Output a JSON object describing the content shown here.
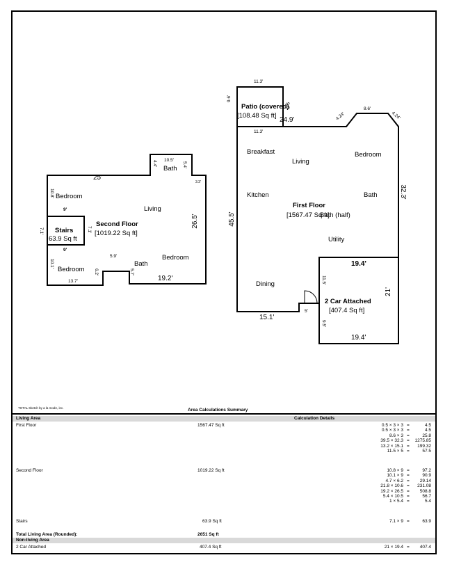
{
  "plan": {
    "second_floor": {
      "title": "Second Floor",
      "area": "[1019.22 Sq ft]",
      "rooms": {
        "bedroom_1": "Bedroom",
        "living": "Living",
        "bath_top": "Bath",
        "bedroom_2": "Bedroom",
        "bath_bottom": "Bath",
        "bedroom_3": "Bedroom"
      },
      "dims": {
        "top": "25'",
        "bath_width": "10.5'",
        "bath_left": "4.4'",
        "bath_right": "5.4'",
        "right_step": "3.3'",
        "right": "26.5'",
        "bottom_right": "19.2'",
        "notch_top": "5.9'",
        "notch_left": "6.2'",
        "notch_right": "5.7'",
        "bottom_left": "13.7'",
        "left_upper": "10.8'",
        "left_lower": "10.1'",
        "stairs_left": "7.1'",
        "stairs_top": "9'",
        "stairs_bottom": "9'",
        "stairs_right": "7.1'"
      },
      "stairs": {
        "title": "Stairs",
        "area": "63.9 Sq ft"
      }
    },
    "first_floor": {
      "title": "First Floor",
      "area": "[1567.47 Sq ft]",
      "rooms": {
        "breakfast": "Breakfast",
        "living": "Living",
        "bedroom": "Bedroom",
        "kitchen": "Kitchen",
        "bath": "Bath",
        "bath_half": "Bath (half)",
        "utility": "Utility",
        "dining": "Dining"
      },
      "dims": {
        "left": "45.5'",
        "right": "32.3'",
        "top_main": "24.9'",
        "angle_left": "4.24'",
        "angle_top": "8.6'",
        "angle_right": "4.24'",
        "bottom": "15.1'",
        "step": "5'"
      },
      "patio": {
        "title": "Patio (covered)",
        "area": "[108.48 Sq ft]",
        "top": "11.3'",
        "bottom": "11.3'",
        "left": "9.6'",
        "right": "9.6'"
      },
      "garage": {
        "title": "2 Car Attached",
        "area": "[407.4 Sq ft]",
        "top": "19.4'",
        "bottom": "19.4'",
        "right": "21'",
        "left_upper": "11.5'",
        "left_lower": "9.5'"
      }
    }
  },
  "footer_credit": "TOTAL Sketch by a la mode, inc.",
  "summary": {
    "title": "Area Calculations Summary",
    "living_header": "Living Area",
    "calc_header": "Calculation Details",
    "rows": [
      {
        "name": "First Floor",
        "area": "1567.47 Sq ft",
        "calcs": [
          [
            "0.5 × 3 × 3",
            "=",
            "4.5"
          ],
          [
            "0.5 × 3 × 3",
            "=",
            "4.5"
          ],
          [
            "8.6 × 3",
            "=",
            "25.8"
          ],
          [
            "39.5 × 32.3",
            "=",
            "1275.85"
          ],
          [
            "13.2 × 15.1",
            "=",
            "199.32"
          ],
          [
            "11.5 × 5",
            "=",
            "57.5"
          ]
        ]
      },
      {
        "name": "Second Floor",
        "area": "1019.22 Sq ft",
        "calcs": [
          [
            "10.8 × 9",
            "=",
            "97.2"
          ],
          [
            "10.1 × 9",
            "=",
            "90.9"
          ],
          [
            "4.7 × 6.2",
            "=",
            "29.14"
          ],
          [
            "21.8 × 10.6",
            "=",
            "231.08"
          ],
          [
            "19.2 × 26.5",
            "=",
            "508.8"
          ],
          [
            "5.4 × 10.5",
            "=",
            "56.7"
          ],
          [
            "1 × 5.4",
            "=",
            "5.4"
          ]
        ]
      },
      {
        "name": "Stairs",
        "area": "63.9 Sq ft",
        "calcs": [
          [
            "7.1 × 9",
            "=",
            "63.9"
          ]
        ]
      }
    ],
    "total_label": "Total Living Area (Rounded):",
    "total_value": "2651 Sq ft",
    "nonliving_header": "Non-living Area",
    "nonliving": {
      "name": "2 Car Attached",
      "area": "407.4 Sq ft",
      "calc": [
        "21 × 19.4",
        "=",
        "407.4"
      ]
    }
  }
}
